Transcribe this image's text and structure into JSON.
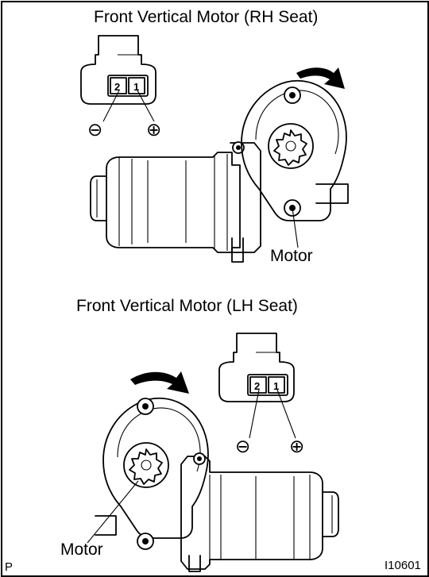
{
  "diagram": {
    "rh_title": "Front Vertical Motor (RH Seat)",
    "lh_title": "Front Vertical Motor (LH Seat)",
    "motor_label_rh": "Motor",
    "motor_label_lh": "Motor",
    "connector_pins": [
      "2",
      "1"
    ],
    "terminal_negative": "⊖",
    "terminal_positive": "⊕",
    "corner_left": "P",
    "figure_id": "I10601"
  }
}
